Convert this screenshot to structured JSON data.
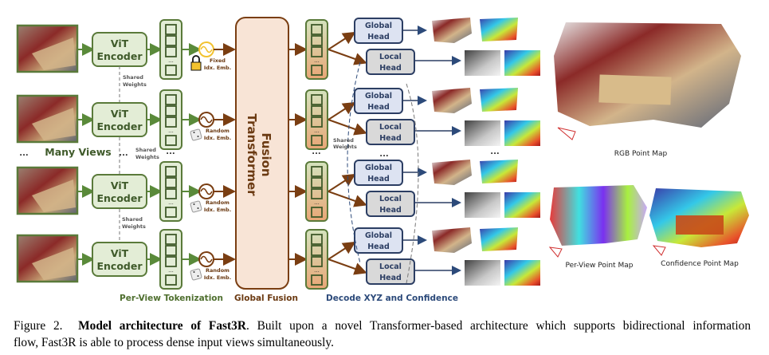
{
  "diagram": {
    "views": [
      {
        "id": 1,
        "encoder_label_1": "ViT",
        "encoder_label_2": "Encoder",
        "idx_emb_line1": "Fixed",
        "idx_emb_line2": "Idx. Emb.",
        "idx_emb_icon": "lock-icon",
        "idx_emb_color": "#f2c230"
      },
      {
        "id": 2,
        "encoder_label_1": "ViT",
        "encoder_label_2": "Encoder",
        "idx_emb_line1": "Random",
        "idx_emb_line2": "Idx. Emb.",
        "idx_emb_icon": "dice-icon",
        "idx_emb_color": "#7a3e12"
      },
      {
        "id": 3,
        "encoder_label_1": "ViT",
        "encoder_label_2": "Encoder",
        "idx_emb_line1": "Random",
        "idx_emb_line2": "Idx. Emb.",
        "idx_emb_icon": "dice-icon",
        "idx_emb_color": "#7a3e12"
      },
      {
        "id": 4,
        "encoder_label_1": "ViT",
        "encoder_label_2": "Encoder",
        "idx_emb_line1": "Random",
        "idx_emb_line2": "Idx. Emb.",
        "idx_emb_icon": "dice-icon",
        "idx_emb_color": "#7a3e12"
      }
    ],
    "many_views_label": "Many Views",
    "ellipsis": "...",
    "shared_weights_line1": "Shared",
    "shared_weights_line2": "Weights",
    "fusion_transformer_line1": "Fusion",
    "fusion_transformer_line2": "Transformer",
    "global_head_line1": "Global",
    "global_head_line2": "Head",
    "local_head_line1": "Local",
    "local_head_line2": "Head",
    "section_labels": {
      "tokenization": "Per-View Tokenization",
      "fusion": "Global Fusion",
      "decode": "Decode XYZ and Confidence"
    },
    "output_labels": {
      "rgb": "RGB Point Map",
      "per_view": "Per-View Point Map",
      "confidence": "Confidence Point Map"
    },
    "colors": {
      "green_dark": "#5a7a3a",
      "green_fill": "#e3edd6",
      "brown": "#7a3e12",
      "fusion_fill": "#f8e4d6",
      "blue_dark": "#2c3e63",
      "blue_fill": "#dde3f2",
      "gray_fill": "#d9d9d9",
      "label_green": "#4f6f2f",
      "label_brown": "#6b3a12",
      "label_blue": "#2c4a7a"
    }
  },
  "caption": {
    "prefix": "Figure 2.",
    "bold": "Model architecture of Fast3R",
    "line1_rest": ". Built upon a novel Transformer-based architecture which supports bidirectional information",
    "line2": "flow, Fast3R is able to process dense input views simultaneously."
  }
}
